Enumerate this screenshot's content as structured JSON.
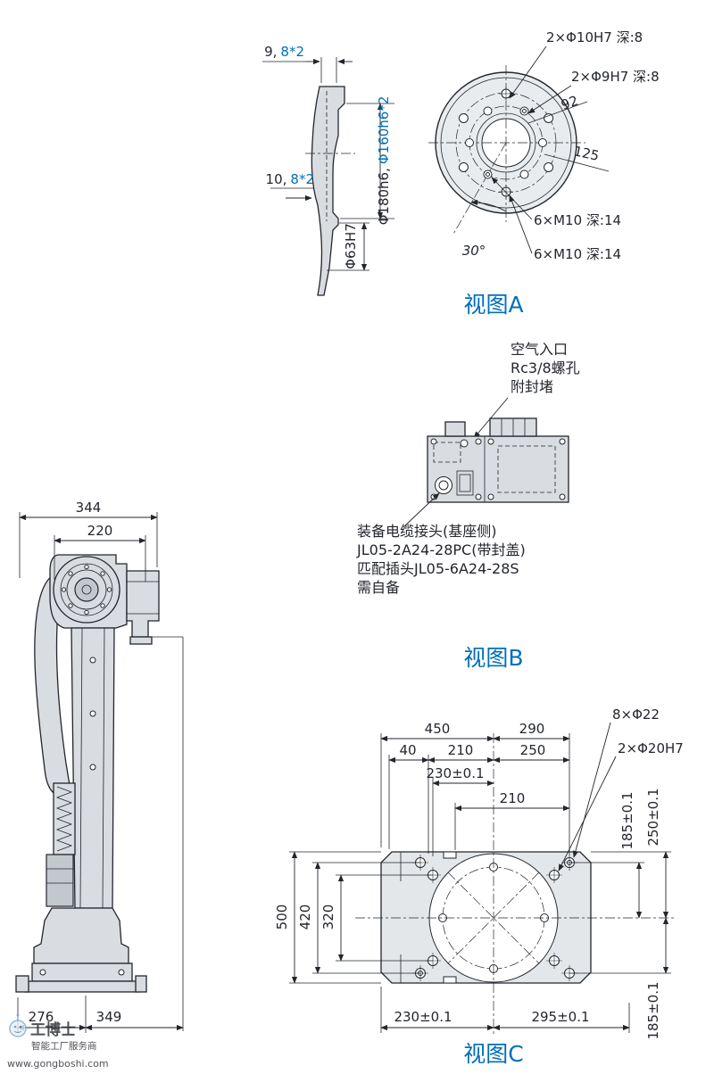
{
  "colors": {
    "ink": "#23262d",
    "accent_blue": "#0070b8",
    "part_gray": "#d9dde1"
  },
  "view_a": {
    "label": "视图A",
    "dim_top_black": "9,",
    "dim_top_blue": "8*2",
    "dim_bottom_black": "10,",
    "dim_bottom_blue": "8*2",
    "dim_dia_black": "Φ180h6,",
    "dim_dia_blue": "Φ160h6*2",
    "dim_bore": "Φ63H7",
    "callout_10h7": "2×Φ10H7 深:8",
    "callout_9h7": "2×Φ9H7 深:8",
    "dim_92": "92",
    "dim_125": "125",
    "callout_m10_a": "6×M10 深:14",
    "callout_m10_b": "6×M10 深:14",
    "angle_30": "30°"
  },
  "view_b": {
    "label": "视图B",
    "air_line1": "空气入口",
    "air_line2": "Rc3/8螺孔",
    "air_line3": "附封堵",
    "cable_line1": "装备电缆接头(基座侧)",
    "cable_line2": "JL05-2A24-28PC(带封盖)",
    "cable_line3": "匹配插头JL05-6A24-28S",
    "cable_line4": "需自备"
  },
  "robot": {
    "dim_344": "344",
    "dim_220": "220",
    "dim_276": "276",
    "dim_349": "349"
  },
  "view_c": {
    "label": "视图C",
    "dim_450": "450",
    "dim_290": "290",
    "dim_40": "40",
    "dim_210a": "210",
    "dim_250": "250",
    "dim_230_top": "230±0.1",
    "dim_210b": "210",
    "callout_8x22": "8×Φ22",
    "callout_20h7": "2×Φ20H7",
    "dim_185_right": "185±0.1",
    "dim_250_right": "250±0.1",
    "dim_500": "500",
    "dim_420": "420",
    "dim_320": "320",
    "dim_230_bottom": "230±0.1",
    "dim_295_bottom": "295±0.1",
    "dim_185_bottom": "185±0.1"
  },
  "watermark": {
    "name": "工博士",
    "tagline": "智能工厂服务商",
    "url": "www.gongboshi.com"
  }
}
